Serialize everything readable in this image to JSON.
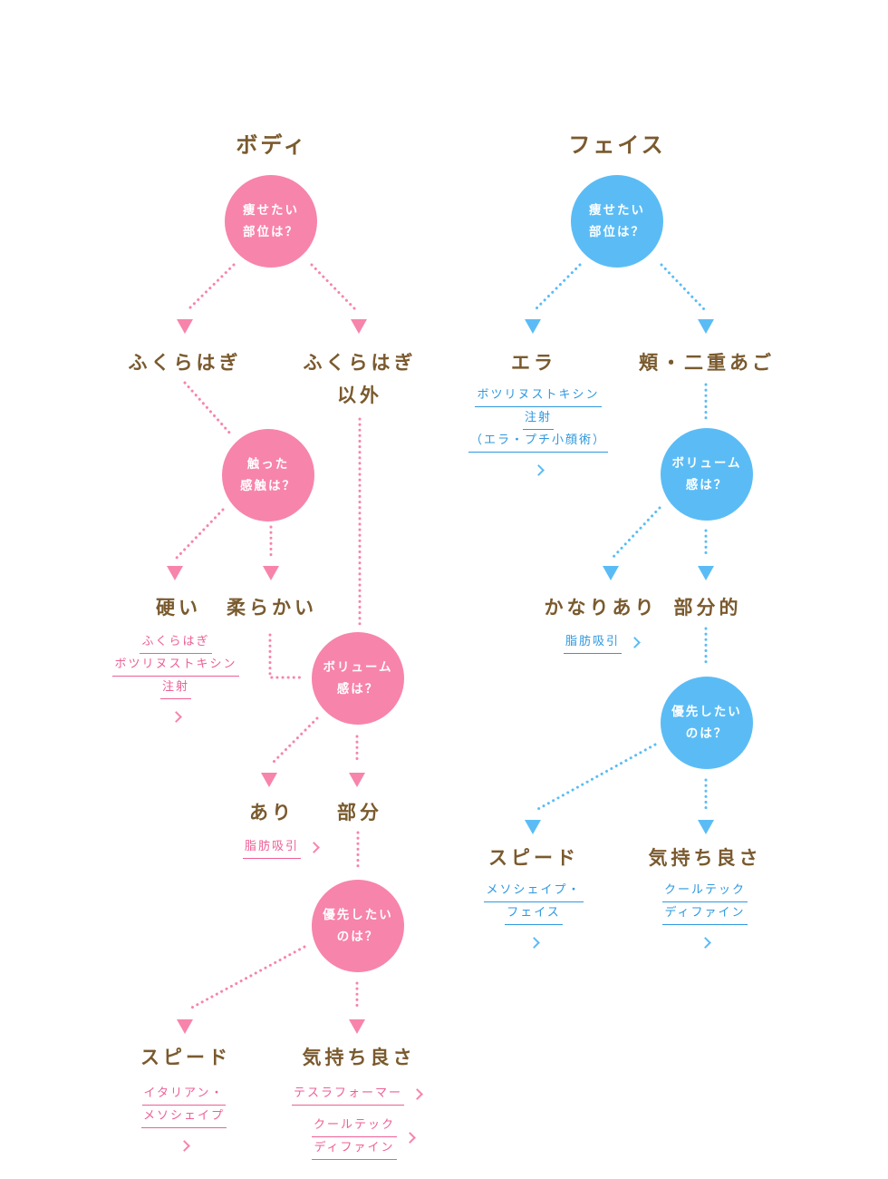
{
  "colors": {
    "body": "#f784ab",
    "face": "#5bbcf5",
    "heading": "#7a5a2e"
  },
  "body": {
    "title": "ボディ",
    "q_area": [
      "痩せたい",
      "部位は？"
    ],
    "opt_calf": "ふくらはぎ",
    "opt_not_calf": [
      "ふくらはぎ",
      "以外"
    ],
    "q_touch": [
      "触った",
      "感触は？"
    ],
    "opt_hard": "硬い",
    "opt_soft": "柔らかい",
    "link_calf_botox": [
      "ふくらはぎ",
      "ボツリヌストキシン",
      "注射"
    ],
    "q_volume": [
      "ボリューム",
      "感は？"
    ],
    "opt_yes": "あり",
    "opt_partial": "部分",
    "link_lipo": "脂肪吸引",
    "q_priority": [
      "優先したい",
      "のは？"
    ],
    "opt_speed": "スピード",
    "opt_comfort": "気持ち良さ",
    "link_italian": [
      "イタリアン・",
      "メソシェイプ"
    ],
    "link_tesla": "テスラフォーマー",
    "link_cooltech": [
      "クールテック",
      "ディファイン"
    ]
  },
  "face": {
    "title": "フェイス",
    "q_area": [
      "痩せたい",
      "部位は？"
    ],
    "opt_jaw": "エラ",
    "opt_cheek": "頬・二重あご",
    "link_jaw_botox": [
      "ボツリヌストキシン",
      "注射",
      "（エラ・プチ小顔術）"
    ],
    "q_volume": [
      "ボリューム",
      "感は？"
    ],
    "opt_considerable": "かなりあり",
    "opt_partial": "部分的",
    "link_lipo": "脂肪吸引",
    "q_priority": [
      "優先したい",
      "のは？"
    ],
    "opt_speed": "スピード",
    "opt_comfort": "気持ち良さ",
    "link_meso": [
      "メソシェイプ・",
      "フェイス"
    ],
    "link_cooltech": [
      "クールテック",
      "ディファイン"
    ]
  }
}
